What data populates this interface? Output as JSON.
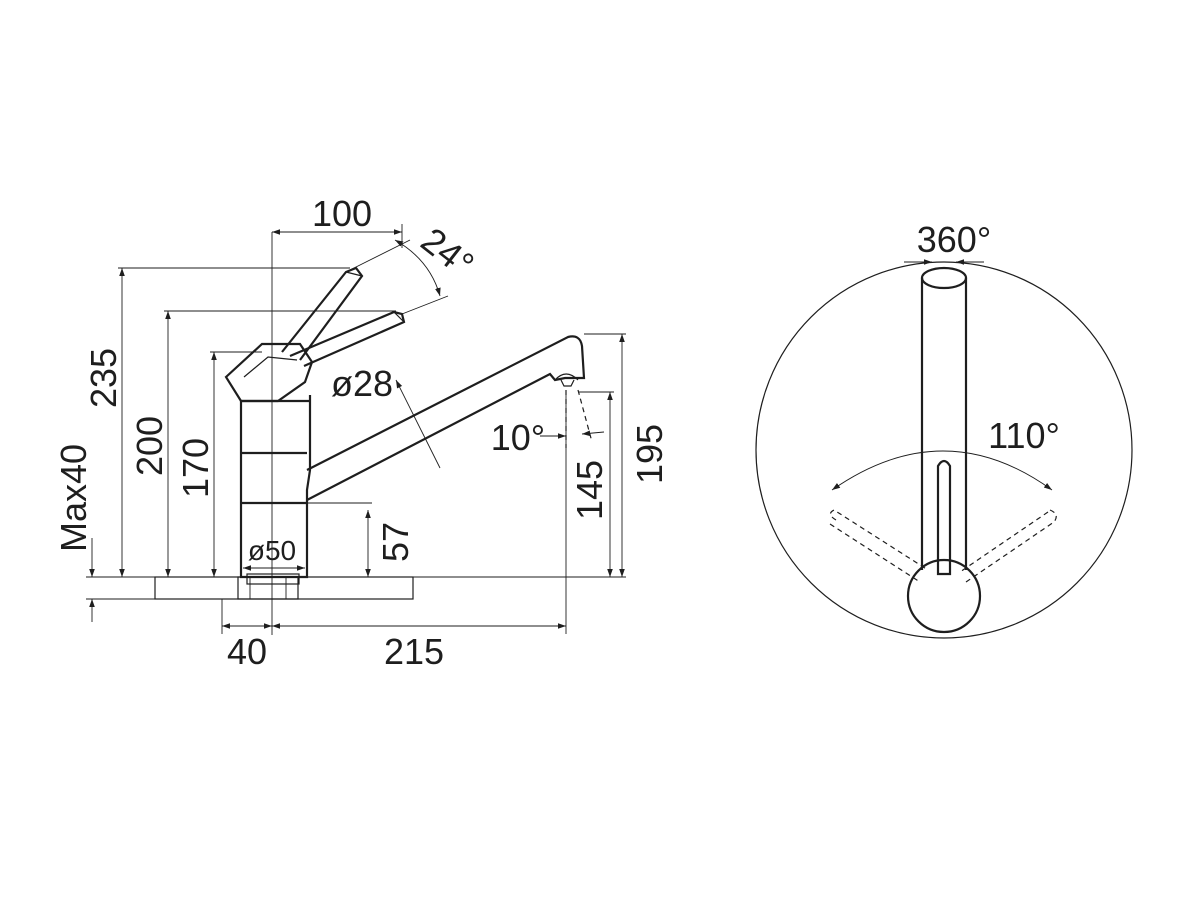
{
  "side_view": {
    "dim_spout_reach_top": "100",
    "dim_lever_angle": "24°",
    "dim_height_total": "235",
    "dim_height_lever": "200",
    "dim_height_body": "170",
    "dim_max_deck": "Max40",
    "dim_spout_diameter": "ø28",
    "dim_spout_tilt": "10°",
    "dim_outlet_height": "145",
    "dim_spout_height": "195",
    "dim_base_height": "57",
    "dim_base_diameter": "ø50",
    "dim_hole_offset": "40",
    "dim_spout_reach": "215"
  },
  "top_view": {
    "dim_swivel": "360°",
    "dim_lever_rotation": "110°"
  }
}
